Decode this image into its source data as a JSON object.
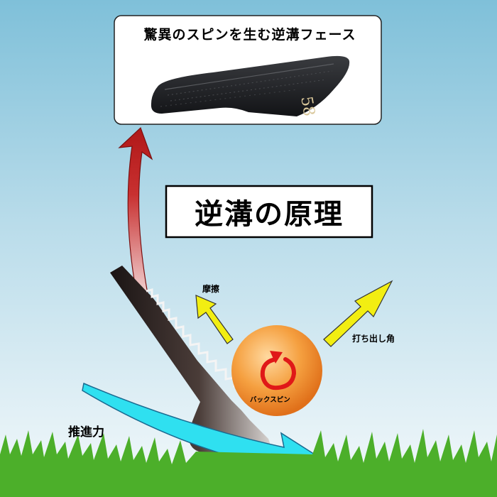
{
  "title": "驚異のスピンを生む逆溝フェース",
  "principle_label": "逆溝の原理",
  "club_number": "58",
  "labels": {
    "friction": "摩擦",
    "launch_angle": "打ち出し角",
    "backspin": "バックスピン",
    "propulsion": "推進力"
  },
  "colors": {
    "sky_top": "#7fc0d9",
    "grass": "#4caf2a",
    "red_arrow": "#c42222",
    "yellow_arrow": "#f2ee12",
    "cyan_arrow": "#2fe0f0",
    "ball": "#f08a1c",
    "spin_arrow": "#e01818"
  }
}
